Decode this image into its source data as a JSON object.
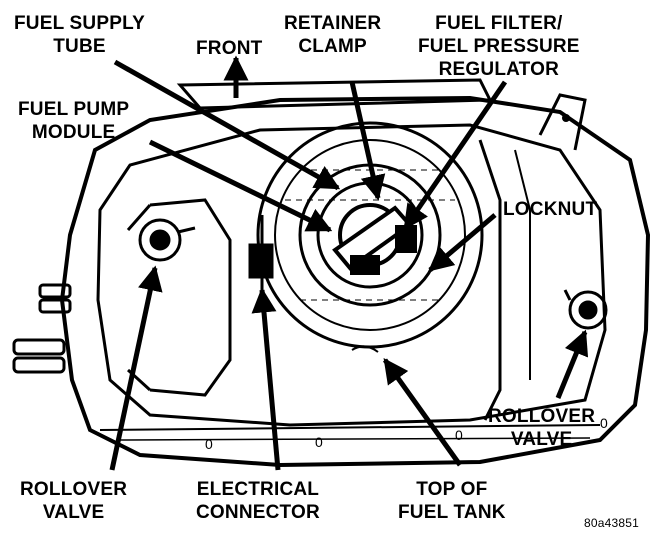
{
  "labels": {
    "fuel_supply_tube": [
      "FUEL SUPPLY",
      "TUBE"
    ],
    "front": "FRONT",
    "retainer_clamp": [
      "RETAINER",
      "CLAMP"
    ],
    "fuel_filter": [
      "FUEL FILTER/",
      "FUEL PRESSURE",
      "REGULATOR"
    ],
    "fuel_pump_module": [
      "FUEL PUMP",
      "MODULE"
    ],
    "locknut": "LOCKNUT",
    "rollover_valve_right": [
      "ROLLOVER",
      "VALVE"
    ],
    "rollover_valve_left": [
      "ROLLOVER",
      "VALVE"
    ],
    "electrical_connector": [
      "ELECTRICAL",
      "CONNECTOR"
    ],
    "top_of_fuel_tank": [
      "TOP OF",
      "FUEL TANK"
    ],
    "figure_id": "80a43851"
  },
  "colors": {
    "ink": "#000000",
    "paper": "#ffffff"
  }
}
